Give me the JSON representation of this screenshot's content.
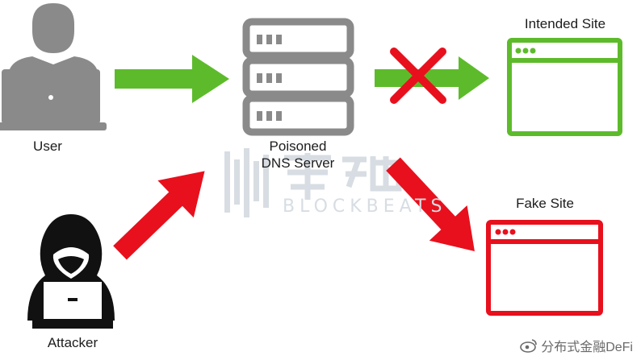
{
  "labels": {
    "user": "User",
    "dns_line1": "Poisoned",
    "dns_line2": "DNS Server",
    "intended_site": "Intended Site",
    "fake_site": "Fake Site",
    "attacker": "Attacker"
  },
  "watermark": {
    "cn": "律动",
    "en": "BLOCKBEATS",
    "footer": "分布式金融DeFi"
  },
  "colors": {
    "green": "#5dbb2b",
    "red": "#e8101d",
    "gray": "#8a8a8a",
    "dark": "#111111",
    "watermark": "#d7dde3"
  },
  "icons": [
    "user-icon",
    "laptop-icon",
    "dns-server-icon",
    "browser-window-icon",
    "hooded-attacker-icon",
    "cross-icon",
    "arrow-icon",
    "weibo-icon"
  ]
}
